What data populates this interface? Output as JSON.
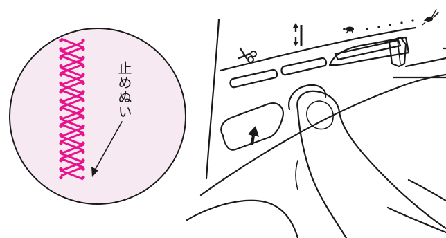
{
  "detail_circle": {
    "label": "止めぬい",
    "stitch_color": "#e8128a",
    "background_color": "#f7e9f1",
    "stitch_count": 16
  },
  "control_panel": {
    "thread_cutter_icon": "scissors-icon",
    "reverse_stitch_icon": "reverse-arrow-icon",
    "reinforcement_stitch_icon": "needle-up-down-icon",
    "speed_slider_slow_icon": "turtle-icon",
    "speed_slider_fast_icon": "rabbit-icon",
    "speed_level": 0.75
  }
}
